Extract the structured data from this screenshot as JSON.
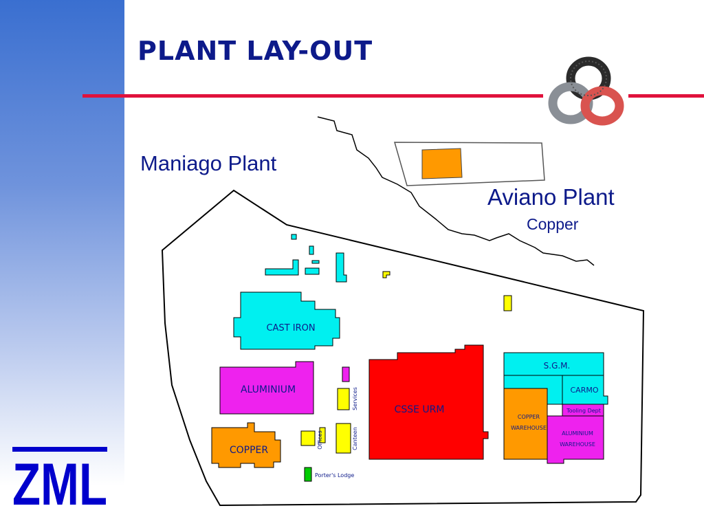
{
  "slide": {
    "title": "PLANT LAY-OUT",
    "logo_text": "ZML"
  },
  "plants": {
    "maniago": "Maniago Plant",
    "aviano": "Aviano Plant",
    "aviano_sub": "Copper"
  },
  "buildings": {
    "cast_iron": "CAST IRON",
    "aluminium": "ALUMINIUM",
    "copper": "COPPER",
    "csse_urm": "CSSE URM",
    "sgm": "S.G.M.",
    "carmo": "CARMO",
    "tooling": "Tooling Dept",
    "copper_wh_1": "COPPER",
    "copper_wh_2": "WAREHOUSE",
    "alu_wh_1": "ALUMINIUM",
    "alu_wh_2": "WAREHOUSE",
    "services": "Services",
    "offices": "Offices",
    "canteen": "Canteen",
    "porters_lodge": "Porter's Lodge"
  },
  "colors": {
    "title": "#0d1a8a",
    "accent_red": "#e0123c",
    "cast_iron": "#00f0f0",
    "aluminium": "#ee22ee",
    "copper": "#ff9900",
    "csse_urm": "#ff0000",
    "auxiliary": "#ffff00",
    "porters_lodge": "#00cc00"
  }
}
